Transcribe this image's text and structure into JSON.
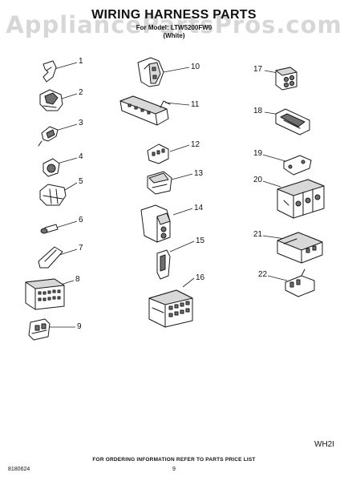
{
  "watermark": "AppliancePartsPros.com",
  "title": "WIRING HARNESS PARTS",
  "subtitle": "For Model: LTW5200FW0",
  "color": "(White)",
  "parts": [
    {
      "num": "1",
      "icon": "connector-clip-icon"
    },
    {
      "num": "2",
      "icon": "connector-housing-icon"
    },
    {
      "num": "3",
      "icon": "wire-clip-icon"
    },
    {
      "num": "4",
      "icon": "cable-clamp-icon"
    },
    {
      "num": "5",
      "icon": "harness-bracket-icon"
    },
    {
      "num": "6",
      "icon": "screw-icon"
    },
    {
      "num": "7",
      "icon": "wire-tie-icon"
    },
    {
      "num": "8",
      "icon": "multi-pin-connector-icon"
    },
    {
      "num": "9",
      "icon": "terminal-block-icon"
    },
    {
      "num": "10",
      "icon": "plug-connector-icon"
    },
    {
      "num": "11",
      "icon": "terminal-strip-icon"
    },
    {
      "num": "12",
      "icon": "small-connector-icon"
    },
    {
      "num": "13",
      "icon": "latch-connector-icon"
    },
    {
      "num": "14",
      "icon": "two-pin-plug-icon"
    },
    {
      "num": "15",
      "icon": "clip-icon"
    },
    {
      "num": "16",
      "icon": "socket-block-icon"
    },
    {
      "num": "17",
      "icon": "four-pin-housing-icon"
    },
    {
      "num": "18",
      "icon": "ribbon-connector-icon"
    },
    {
      "num": "19",
      "icon": "mounting-plate-icon"
    },
    {
      "num": "20",
      "icon": "triple-connector-icon"
    },
    {
      "num": "21",
      "icon": "connector-housing-icon"
    },
    {
      "num": "22",
      "icon": "terminal-connector-icon"
    }
  ],
  "code": "WH2I",
  "part_number": "8180624",
  "footer": "FOR ORDERING INFORMATION REFER TO PARTS PRICE LIST",
  "page_number": "9"
}
